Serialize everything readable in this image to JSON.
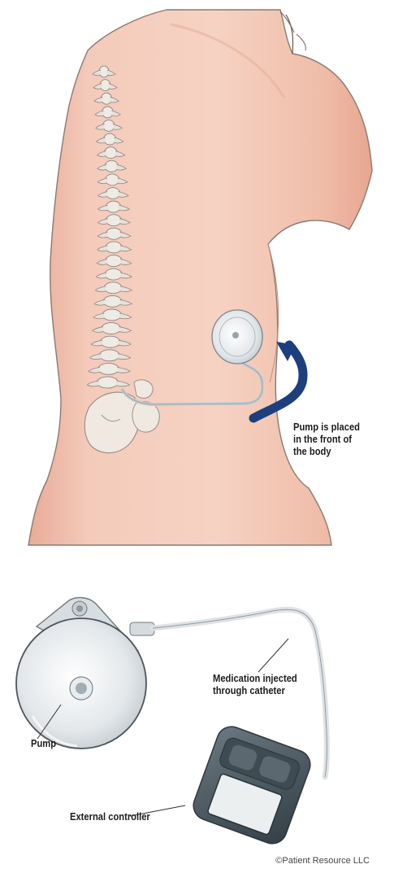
{
  "labels": {
    "pump_placement": [
      "Pump is placed",
      "in the front of",
      "the body"
    ],
    "medication": [
      "Medication injected",
      "through catheter"
    ],
    "pump": "Pump",
    "controller": "External controller"
  },
  "copyright": "©Patient Resource LLC",
  "colors": {
    "skin": "#f3c6b5",
    "skin_shadow": "#e6a995",
    "outline": "#8a7a72",
    "bone": "#eeeae4",
    "arrow": "#1d3f7e",
    "device_metal": "#dfe3e7",
    "controller_body": "#4b5a63",
    "controller_screen": "#ecefef"
  },
  "icons": [
    "spine-illustration",
    "implanted-pump-icon",
    "rotation-arrow-icon",
    "catheter-tube",
    "external-controller-icon"
  ]
}
